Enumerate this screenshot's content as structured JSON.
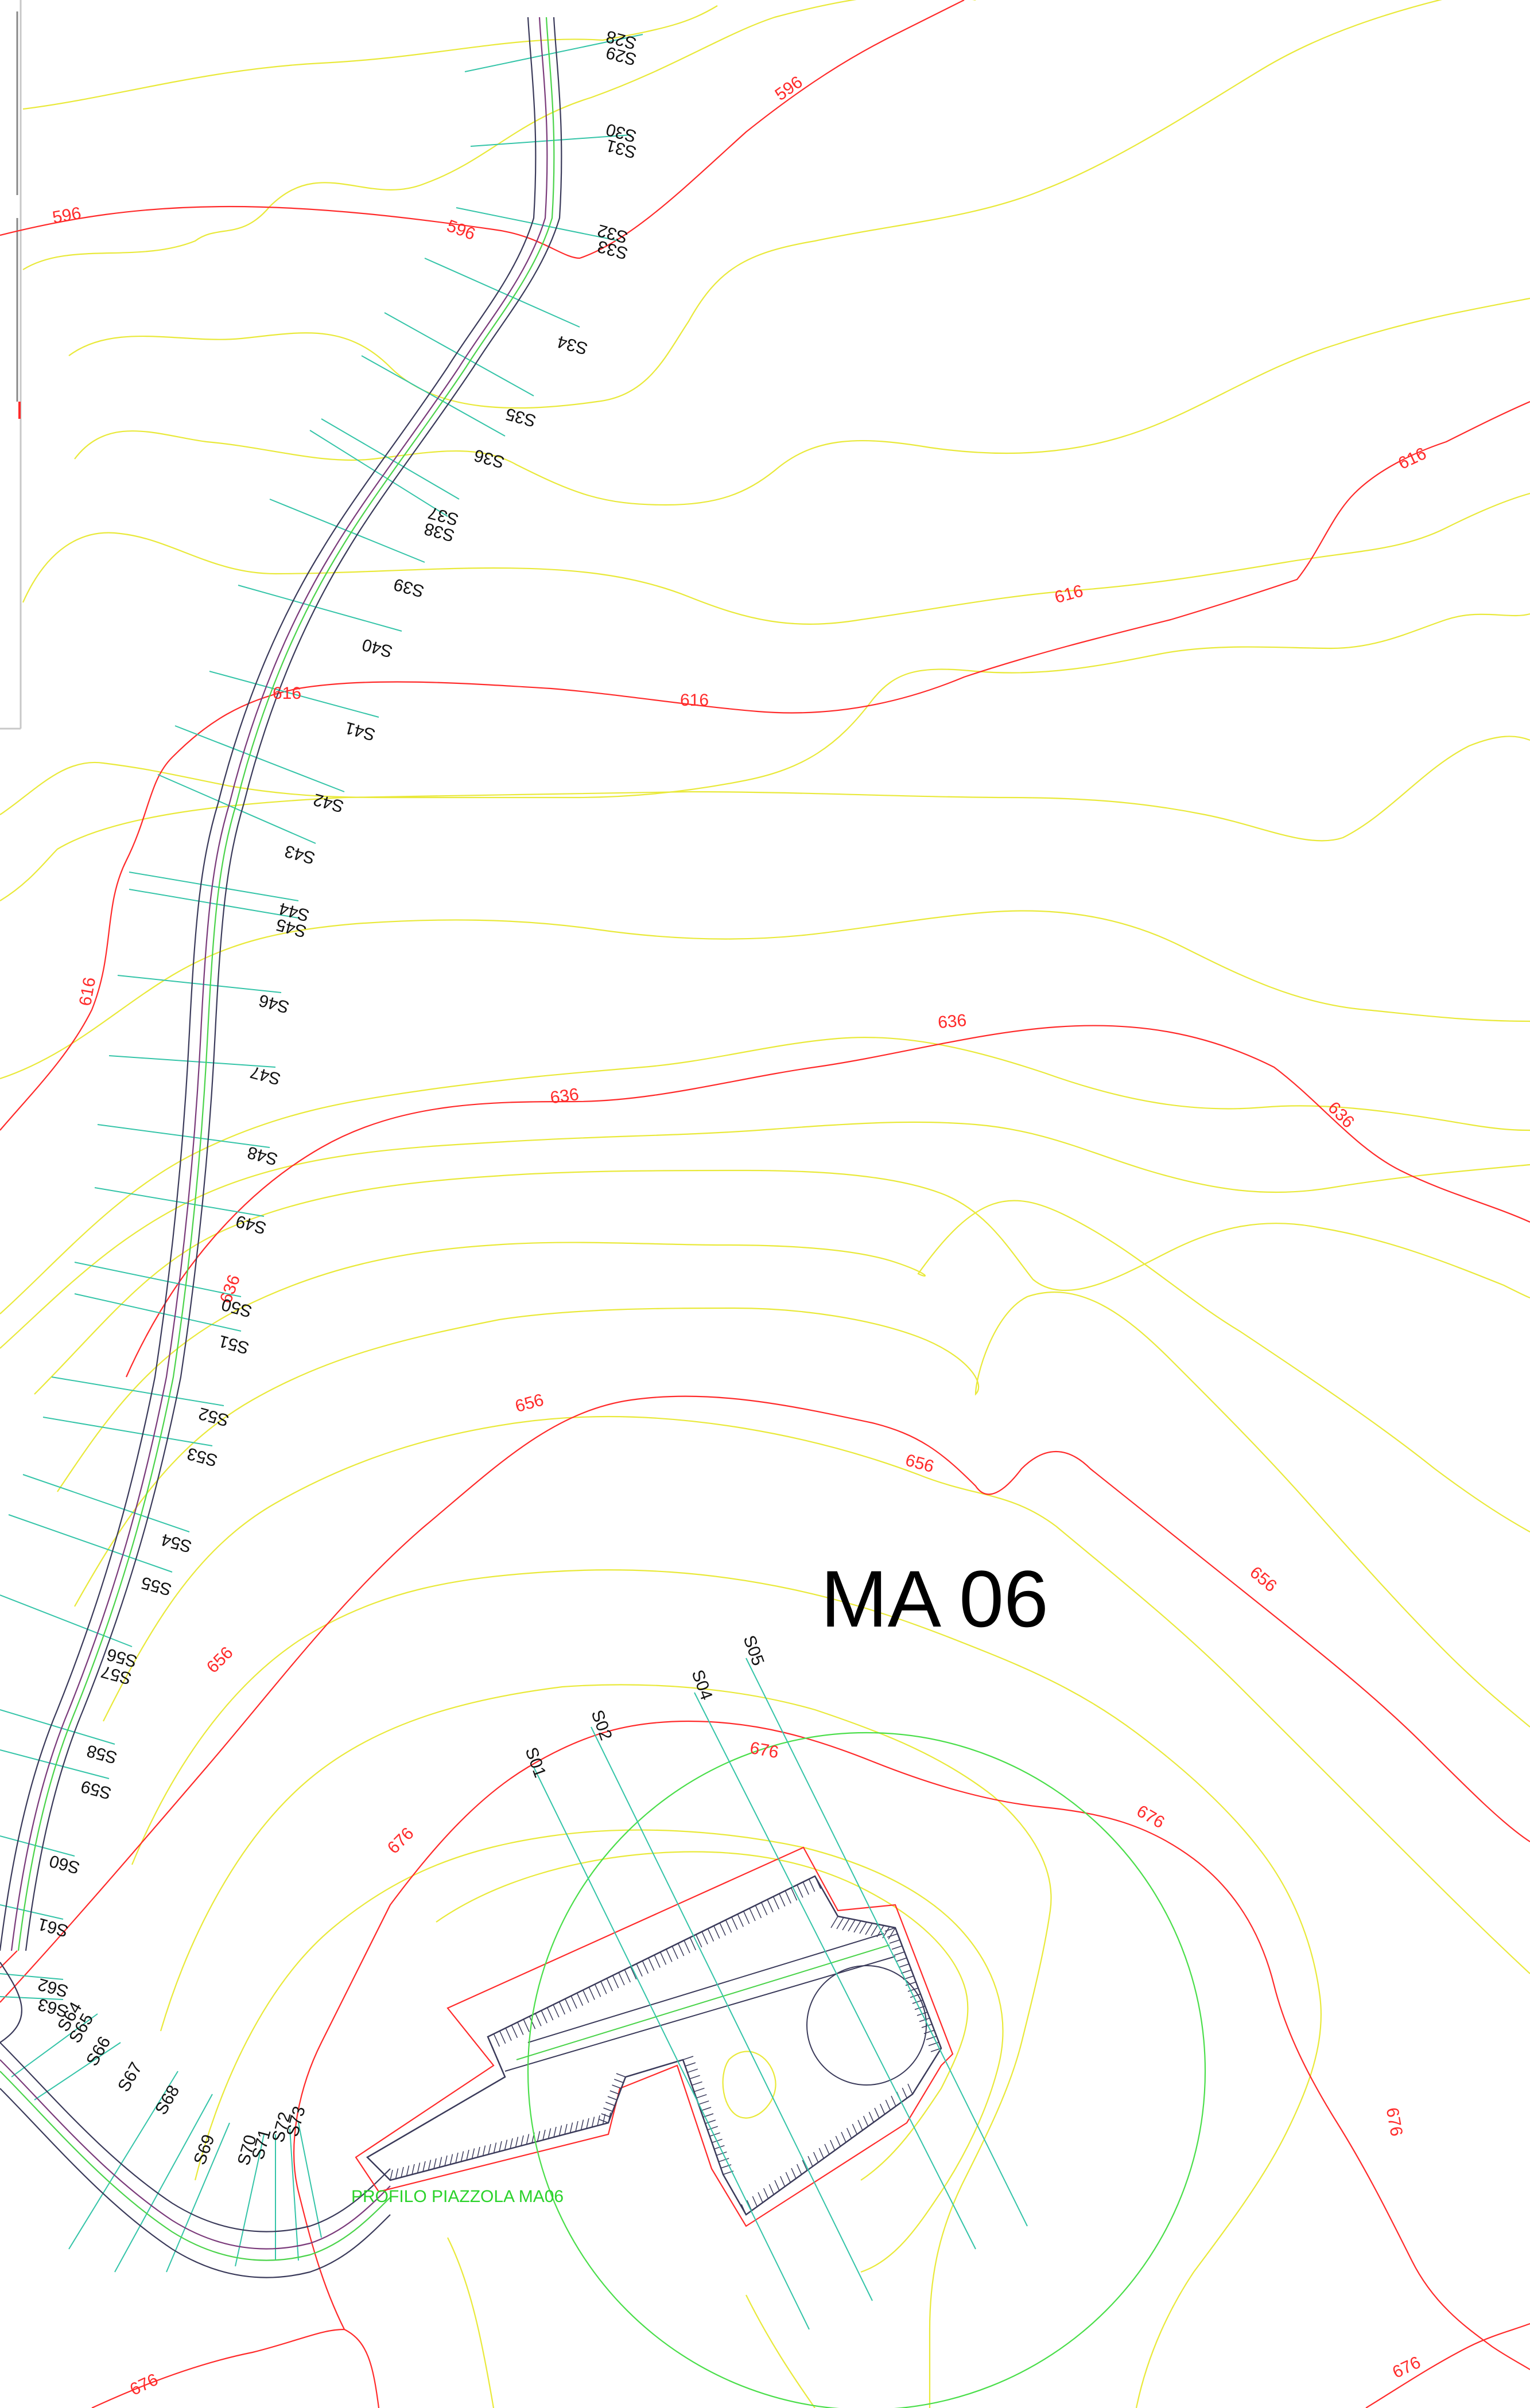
{
  "title": "MA 06",
  "profile_label": "PROFILO PIAZZOLA MA06",
  "colors": {
    "major_contour": "#ff2a2a",
    "minor_contour": "#e9e93a",
    "road_line": "#3a3a5a",
    "road_purple": "#7a3a7a",
    "road_center": "#4ad34a",
    "section_line": "#34c4a8",
    "circle": "#4ade4a",
    "title_text": "#000000",
    "profile_text": "#2bd22b",
    "contour_text": "#ff2a2a"
  },
  "contour_labels": [
    {
      "key": "596",
      "text": "596"
    },
    {
      "key": "596",
      "text": "596"
    },
    {
      "key": "596",
      "text": "596"
    },
    {
      "key": "616",
      "text": "616"
    },
    {
      "key": "616",
      "text": "616"
    },
    {
      "key": "616",
      "text": "616"
    },
    {
      "key": "616",
      "text": "616"
    },
    {
      "key": "616",
      "text": "616"
    },
    {
      "key": "636",
      "text": "636"
    },
    {
      "key": "636",
      "text": "636"
    },
    {
      "key": "636",
      "text": "636"
    },
    {
      "key": "636",
      "text": "636"
    },
    {
      "key": "656",
      "text": "656"
    },
    {
      "key": "656",
      "text": "656"
    },
    {
      "key": "656",
      "text": "656"
    },
    {
      "key": "656",
      "text": "656"
    },
    {
      "key": "676",
      "text": "676"
    },
    {
      "key": "676",
      "text": "676"
    },
    {
      "key": "676",
      "text": "676"
    },
    {
      "key": "676",
      "text": "676"
    },
    {
      "key": "676",
      "text": "676"
    },
    {
      "key": "676",
      "text": "676"
    }
  ],
  "road_sections": [
    "S28",
    "S29",
    "S30",
    "S31",
    "S32",
    "S33",
    "S34",
    "S35",
    "S36",
    "S37",
    "S38",
    "S39",
    "S40",
    "S41",
    "S42",
    "S43",
    "S44",
    "S45",
    "S46",
    "S47",
    "S48",
    "S49",
    "S50",
    "S51",
    "S52",
    "S53",
    "S54",
    "S55",
    "S56",
    "S57",
    "S58",
    "S59",
    "S60",
    "S61",
    "S62",
    "S63",
    "S64",
    "S65",
    "S66",
    "S67",
    "S68",
    "S69",
    "S70",
    "S71",
    "S72",
    "S73"
  ],
  "pad_sections": [
    "S01",
    "S02",
    "S04",
    "S05"
  ]
}
